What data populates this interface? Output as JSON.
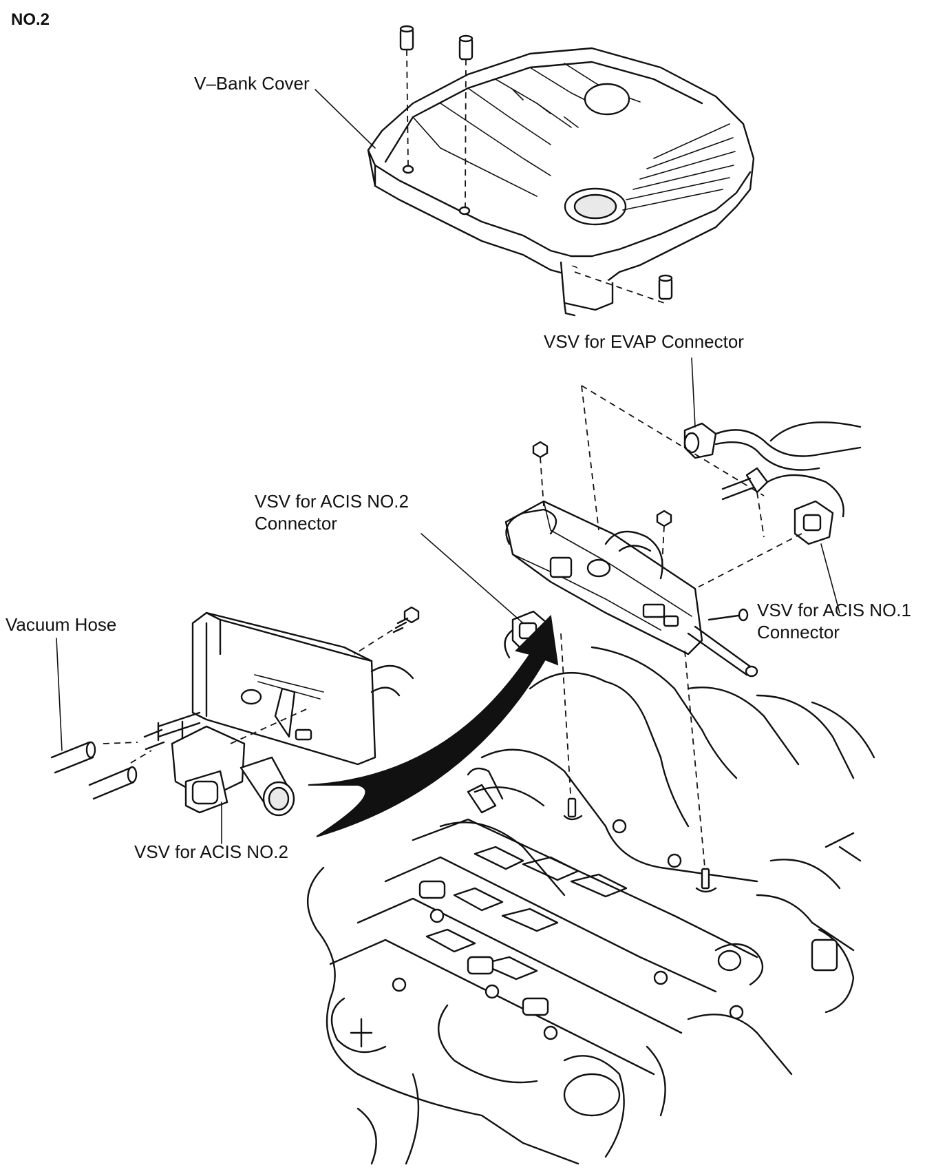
{
  "title": "NO.2",
  "labels": {
    "v_bank_cover": "V–Bank Cover",
    "vsv_evap_connector": "VSV for EVAP Connector",
    "vsv_acis2_connector_line1": "VSV for ACIS NO.2",
    "vsv_acis2_connector_line2": "Connector",
    "vsv_acis1_connector_line1": "VSV for ACIS NO.1",
    "vsv_acis1_connector_line2": "Connector",
    "vacuum_hose": "Vacuum Hose",
    "vsv_acis2": "VSV for ACIS NO.2"
  }
}
